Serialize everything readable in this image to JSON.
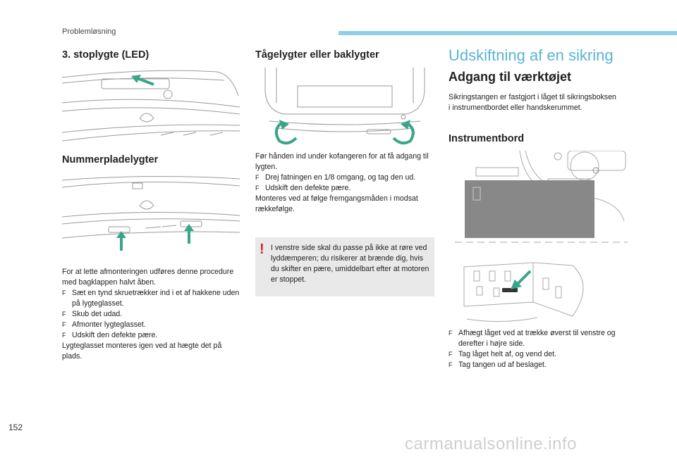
{
  "header": {
    "section": "Problemløsning"
  },
  "col1": {
    "heading1": "3. stoplygte (LED)",
    "heading2": "Nummerpladelygter",
    "para": "For at lette afmonteringen udføres denne procedure med bagklappen halvt åben.",
    "bullets": [
      "Sæt en tynd skruetrækker ind i et af hakkene uden på lygteglasset.",
      "Skub det udad.",
      "Afmonter lygteglasset.",
      "Udskift den defekte pære."
    ],
    "end": "Lygteglasset monteres igen ved at hægte det på plads."
  },
  "col2": {
    "heading": "Tågelygter eller baklygter",
    "para": "Før hånden ind under kofangeren for at få adgang til lygten.",
    "bullets": [
      "Drej fatningen en 1/8 omgang, og tag den ud.",
      "Udskift den defekte pære."
    ],
    "end": "Monteres ved at følge fremgangsmåden i modsat rækkefølge.",
    "warning": "I venstre side skal du passe på ikke at røre ved lyddæmperen; du risikerer at brænde dig, hvis du skifter en pære, umiddelbart efter at motoren er stoppet.",
    "warning_icon": "exclamation-icon"
  },
  "col3": {
    "title": "Udskiftning af en sikring",
    "subtitle": "Adgang til værktøjet",
    "para": "Sikringstangen er fastgjort i låget til sikringsboksen i instrumentbordet eller handskerummet.",
    "heading": "Instrumentbord",
    "bullets": [
      "Afhægt låget ved at trække øverst til venstre og derefter i højre side.",
      "Tag låget helt af, og vend det.",
      "Tag tangen ud af beslaget."
    ]
  },
  "bullet_glyph": "F",
  "footer": {
    "page_number": "152",
    "watermark": "carmanualsonline.info"
  },
  "colors": {
    "accent": "#5ab4d4",
    "arrow": "#3aa58a",
    "warning": "#d2232a"
  }
}
